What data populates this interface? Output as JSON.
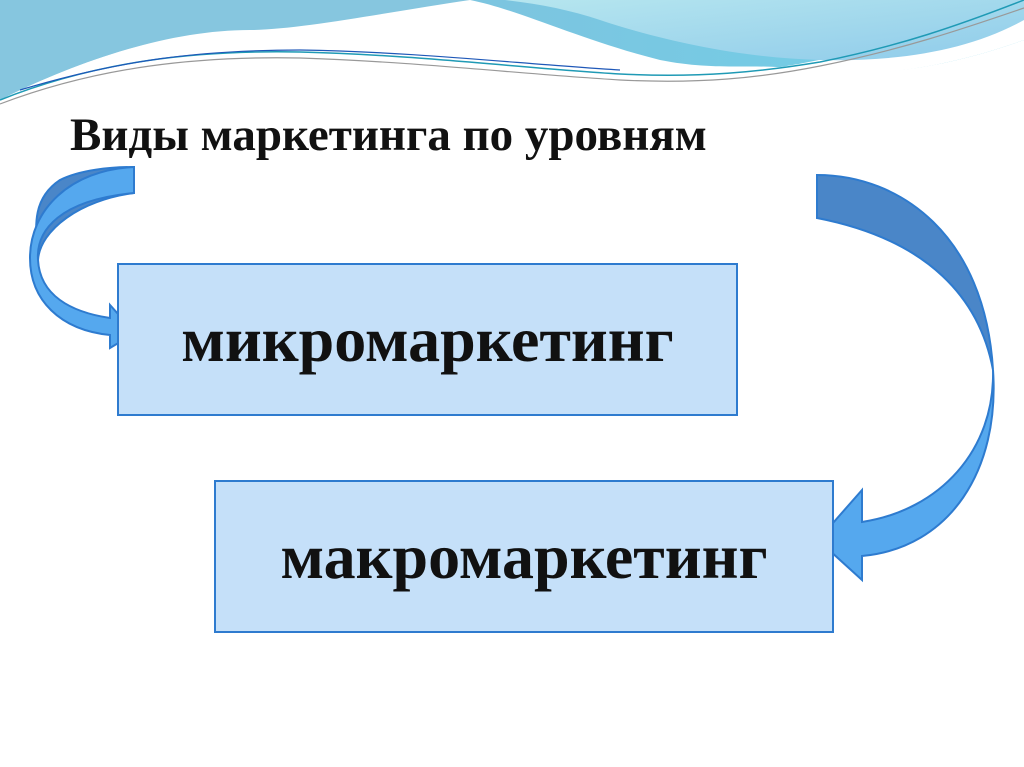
{
  "slide": {
    "title": "Виды маркетинга по уровням",
    "boxes": [
      {
        "label": "микромаркетинг"
      },
      {
        "label": "макромаркетинг"
      }
    ]
  },
  "colors": {
    "box_fill": "#c5e0f9",
    "box_border": "#2e7bcf",
    "arrow_dark": "#4a86c8",
    "arrow_light": "#55a8ee",
    "wave_light": "#7fd3e6",
    "wave_dark": "#6ab8da"
  }
}
